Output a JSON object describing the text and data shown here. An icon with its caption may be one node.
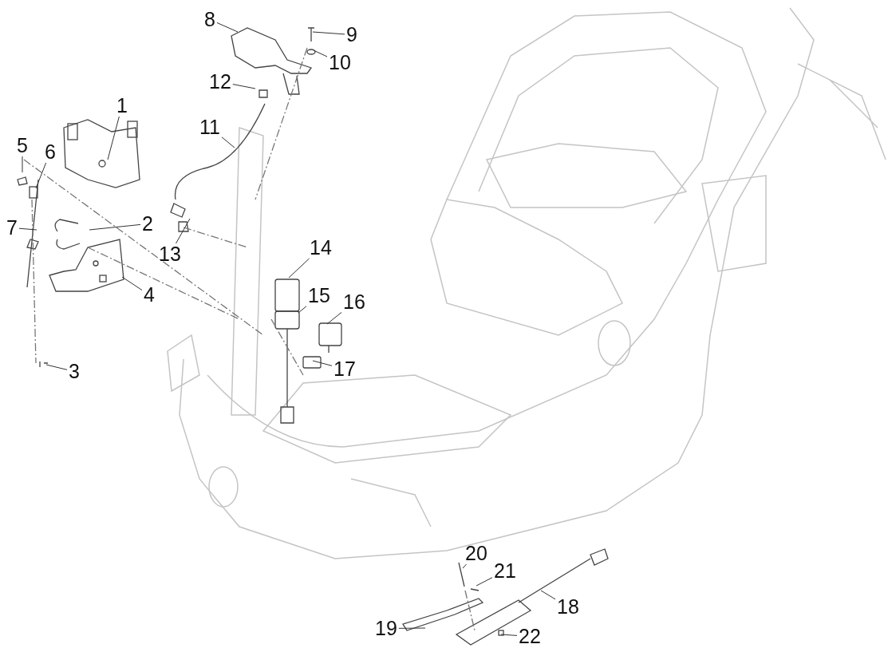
{
  "diagram": {
    "nodes": [
      {
        "text": [
          "1"
        ]
      },
      {
        "text": [
          "2"
        ]
      },
      {
        "text": [
          "3"
        ]
      },
      {
        "text": [
          "4"
        ]
      },
      {
        "text": [
          "5"
        ]
      },
      {
        "text": [
          "6"
        ]
      },
      {
        "text": [
          "7"
        ]
      },
      {
        "text": [
          "8"
        ]
      },
      {
        "text": [
          "9"
        ]
      },
      {
        "text": [
          "10"
        ]
      },
      {
        "text": [
          "11"
        ]
      },
      {
        "text": [
          "12"
        ]
      },
      {
        "text": [
          "13"
        ]
      },
      {
        "text": [
          "14"
        ]
      },
      {
        "text": [
          "15"
        ]
      },
      {
        "text": [
          "16"
        ]
      },
      {
        "text": [
          "17"
        ]
      },
      {
        "text": [
          "18"
        ]
      },
      {
        "text": [
          "19"
        ]
      },
      {
        "text": [
          "20"
        ]
      },
      {
        "text": [
          "21"
        ]
      },
      {
        "text": [
          "22"
        ]
      }
    ],
    "edges": [
      {
        "from": 0,
        "to": null,
        "arrow": "none"
      },
      {
        "from": 1,
        "to": null,
        "arrow": "none"
      },
      {
        "from": 2,
        "to": null,
        "arrow": "none"
      },
      {
        "from": 3,
        "to": null,
        "arrow": "none"
      },
      {
        "from": 4,
        "to": null,
        "arrow": "none"
      },
      {
        "from": 5,
        "to": null,
        "arrow": "none"
      },
      {
        "from": 6,
        "to": null,
        "arrow": "none"
      },
      {
        "from": 7,
        "to": null,
        "arrow": "none"
      },
      {
        "from": 8,
        "to": null,
        "arrow": "none"
      },
      {
        "from": 9,
        "to": null,
        "arrow": "none"
      },
      {
        "from": 10,
        "to": null,
        "arrow": "none"
      },
      {
        "from": 11,
        "to": null,
        "arrow": "none"
      },
      {
        "from": 12,
        "to": null,
        "arrow": "none"
      },
      {
        "from": 13,
        "to": null,
        "arrow": "none"
      },
      {
        "from": 14,
        "to": null,
        "arrow": "none"
      },
      {
        "from": 15,
        "to": null,
        "arrow": "none"
      },
      {
        "from": 16,
        "to": null,
        "arrow": "none"
      },
      {
        "from": 17,
        "to": null,
        "arrow": "none"
      },
      {
        "from": 18,
        "to": null,
        "arrow": "none"
      },
      {
        "from": 19,
        "to": null,
        "arrow": "none"
      },
      {
        "from": 20,
        "to": null,
        "arrow": "none"
      },
      {
        "from": 21,
        "to": null,
        "arrow": "none"
      }
    ]
  }
}
